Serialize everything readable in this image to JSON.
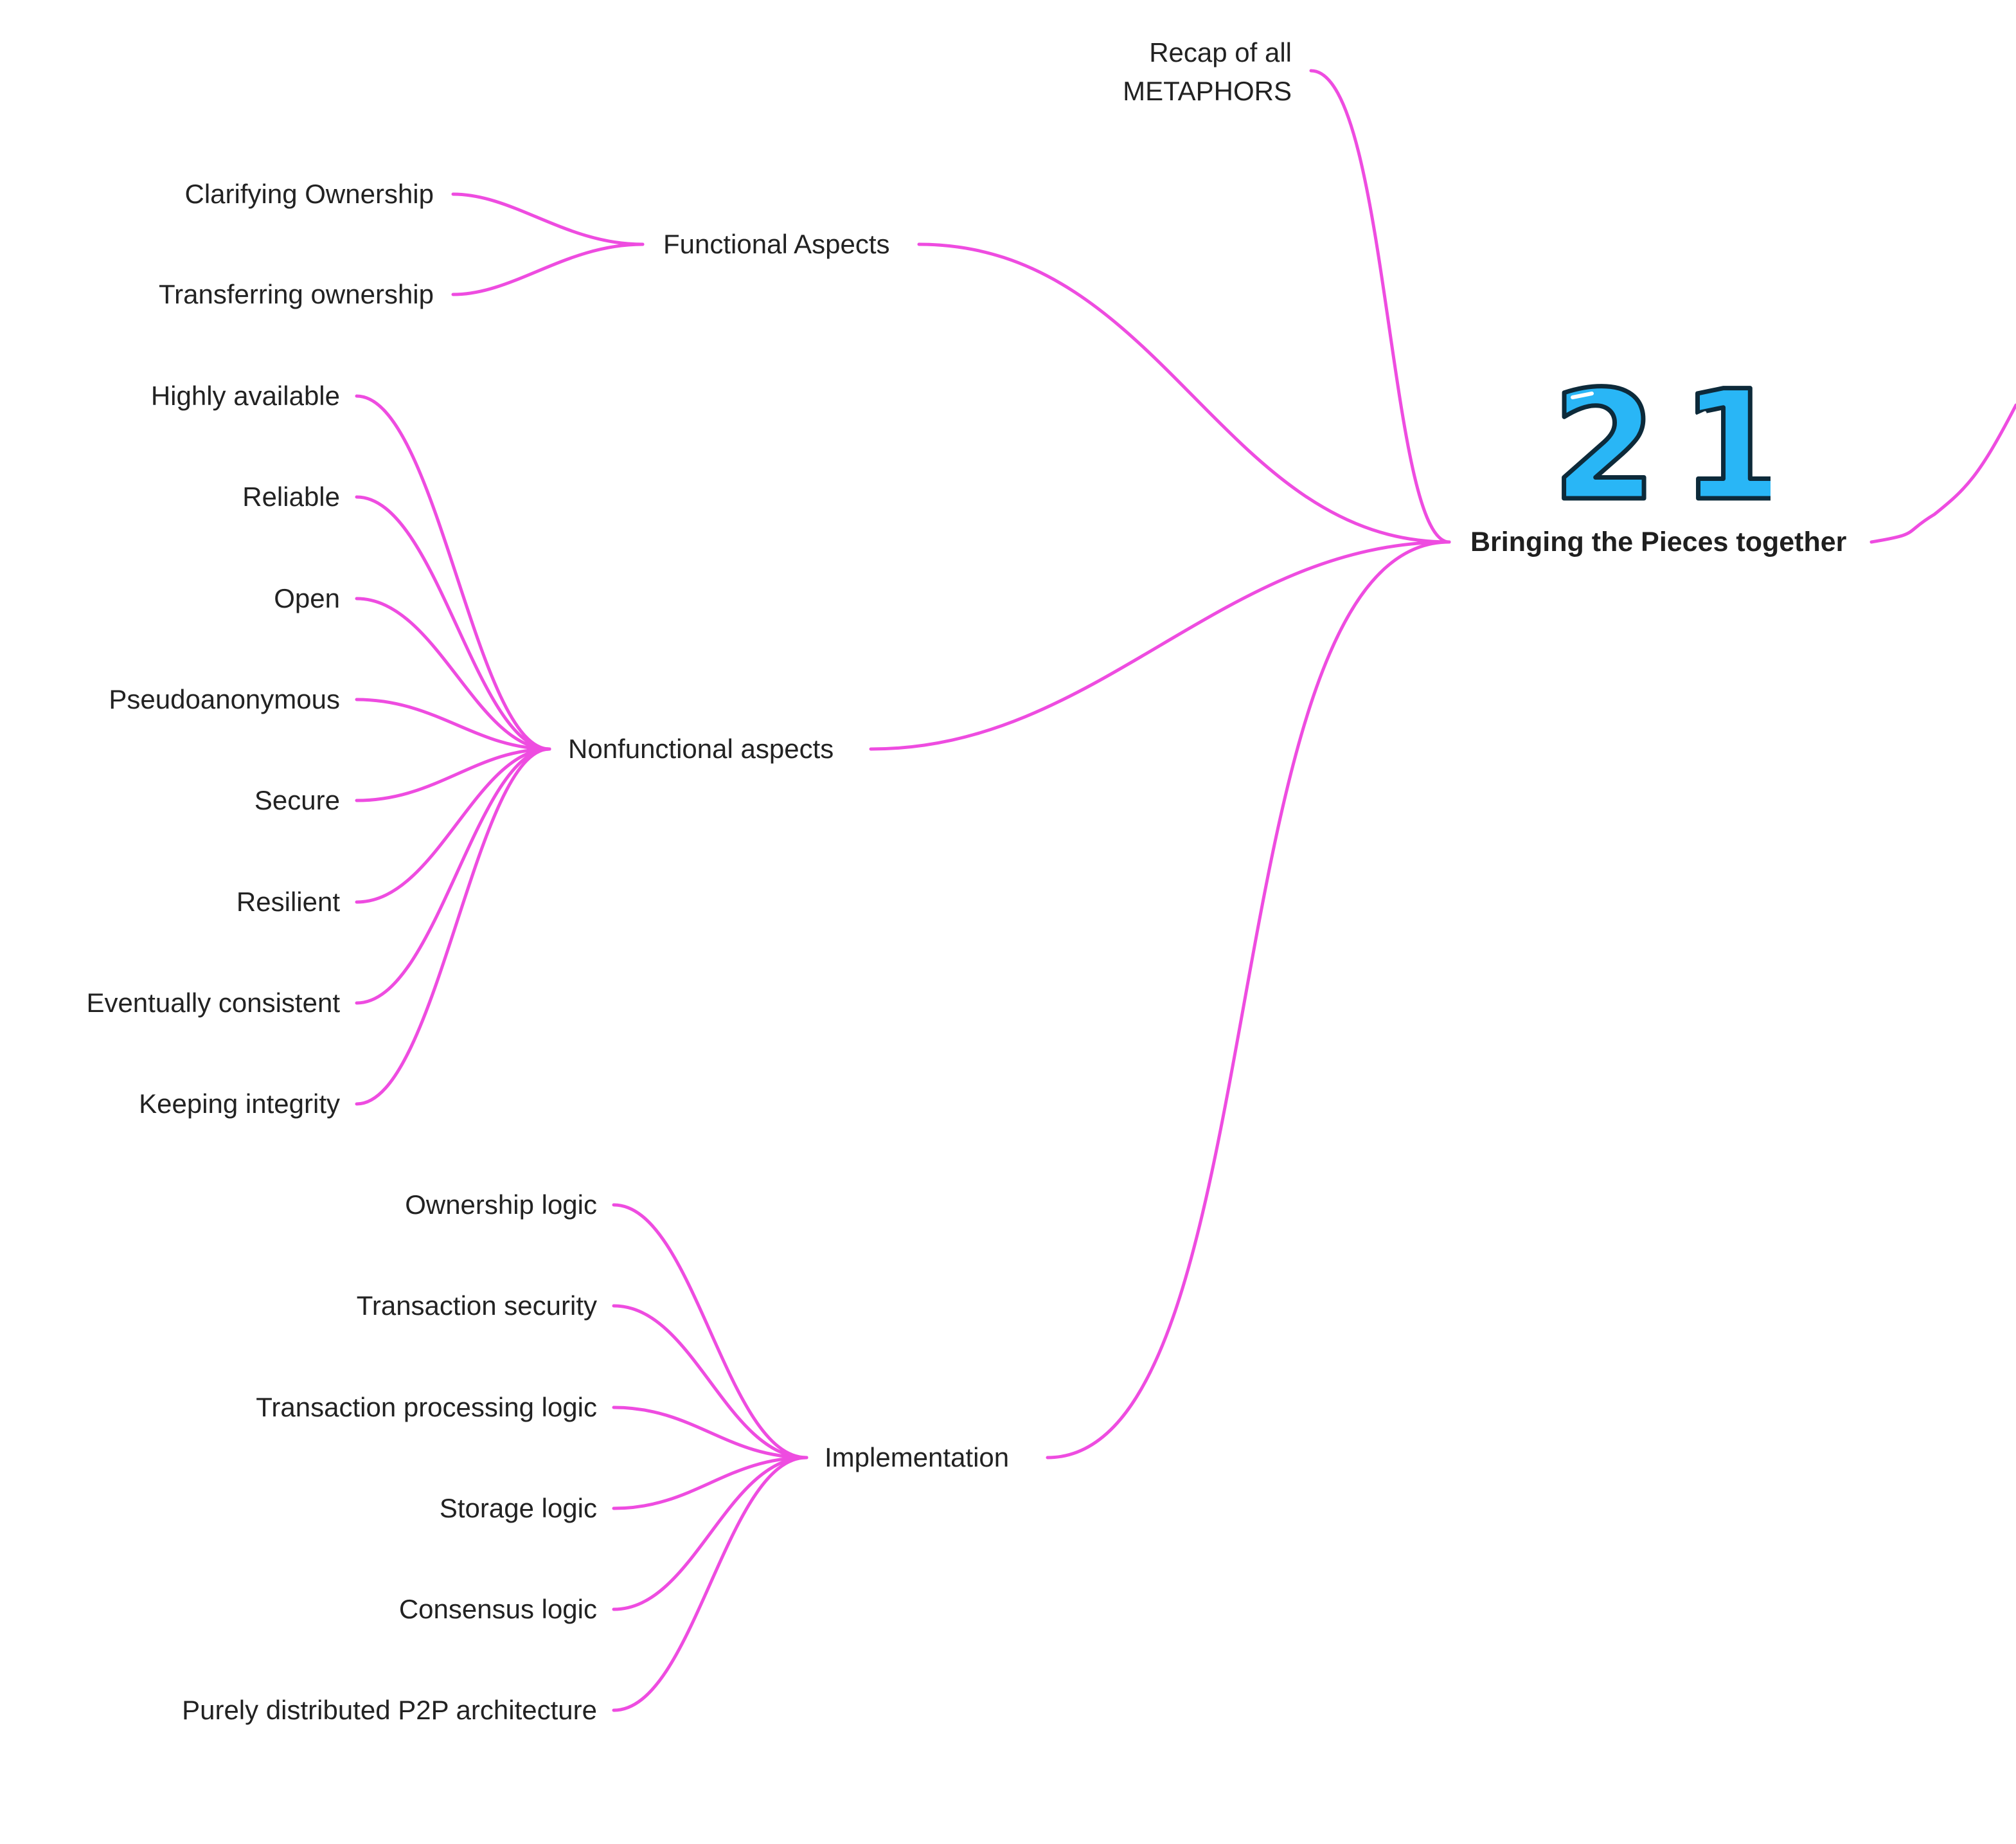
{
  "root": {
    "label": "Bringing the Pieces together",
    "badge": {
      "digits": "2 1",
      "icon": "numbers-21-icon",
      "fill_color": "#29b6f6",
      "outline_color": "#0d2a3a"
    }
  },
  "recap": {
    "line1": "Recap of all",
    "line2": "METAPHORS"
  },
  "functional": {
    "label": "Functional Aspects",
    "items": [
      "Clarifying Ownership",
      "Transferring ownership"
    ]
  },
  "nonfunctional": {
    "label": "Nonfunctional aspects",
    "items": [
      "Highly available",
      "Reliable",
      "Open",
      "Pseudoanonymous",
      "Secure",
      "Resilient",
      "Eventually consistent",
      "Keeping integrity"
    ]
  },
  "implementation": {
    "label": "Implementation",
    "items": [
      "Ownership logic",
      "Transaction security",
      "Transaction processing logic",
      "Storage logic",
      "Consensus logic",
      "Purely distributed P2P architecture"
    ]
  },
  "colors": {
    "connector": "#ee4ce0",
    "text": "#222222"
  }
}
